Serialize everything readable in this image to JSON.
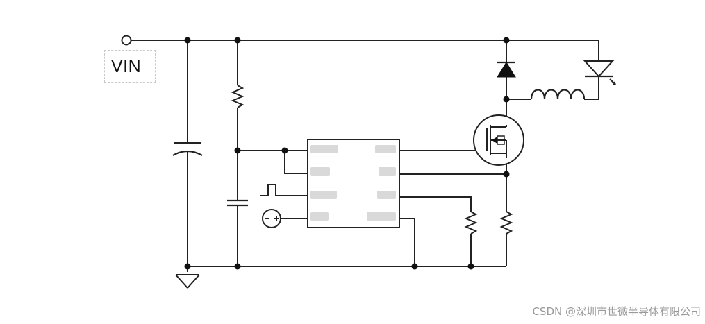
{
  "labels": {
    "vin": "VIN"
  },
  "watermark": "CSDN @深圳市世微半导体有限公司",
  "components": {
    "input_terminal": "open-circle",
    "bulk_capacitor": "polarized-capacitor",
    "top_resistor": "resistor",
    "bottom_capacitor": "capacitor",
    "pwm_source": "square-wave-source",
    "dc_source": "voltage-source",
    "controller_ic": "ic-package",
    "freewheel_diode": "diode",
    "led": "led",
    "inductor": "inductor",
    "mosfet": "n-channel-mosfet",
    "sense_resistor_left": "resistor",
    "sense_resistor_right": "resistor",
    "ground": "ground-symbol"
  },
  "colors": {
    "wire": "#222222",
    "watermark": "#9a9a9a"
  }
}
